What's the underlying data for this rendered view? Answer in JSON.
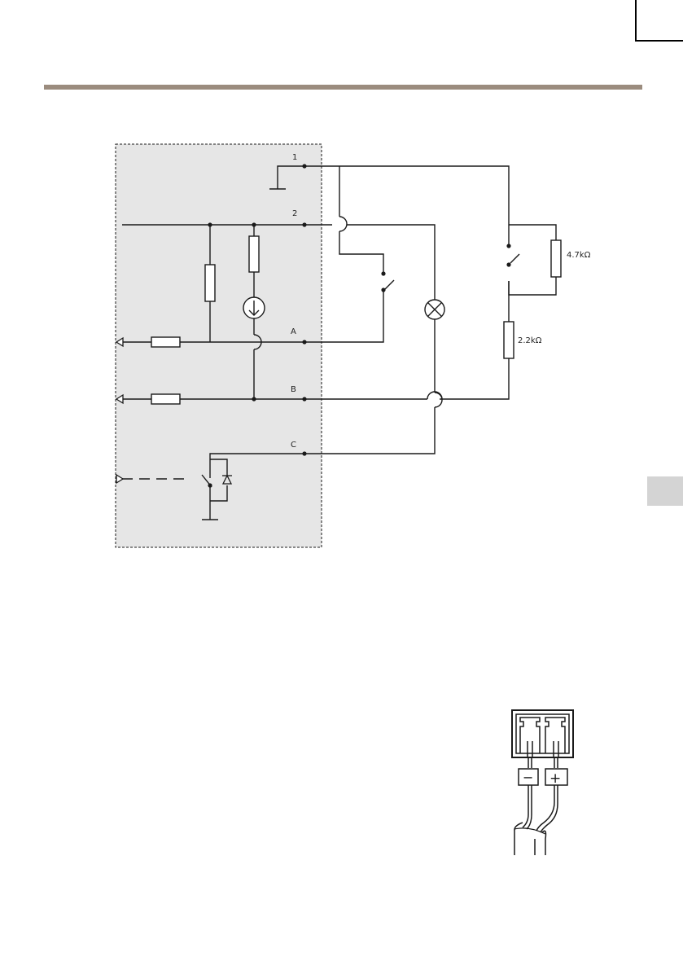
{
  "colors": {
    "rule": "#9b8c7e",
    "tab": "#d4d4d4",
    "shaded_box": "#e6e6e6",
    "line": "#1a1a1a"
  },
  "circuit": {
    "terminal_labels": [
      "1",
      "2",
      "A",
      "B",
      "C"
    ],
    "resistor_labels": [
      "4.7kΩ",
      "2.2kΩ"
    ]
  },
  "connector": {
    "minus": "−",
    "plus": "+"
  }
}
